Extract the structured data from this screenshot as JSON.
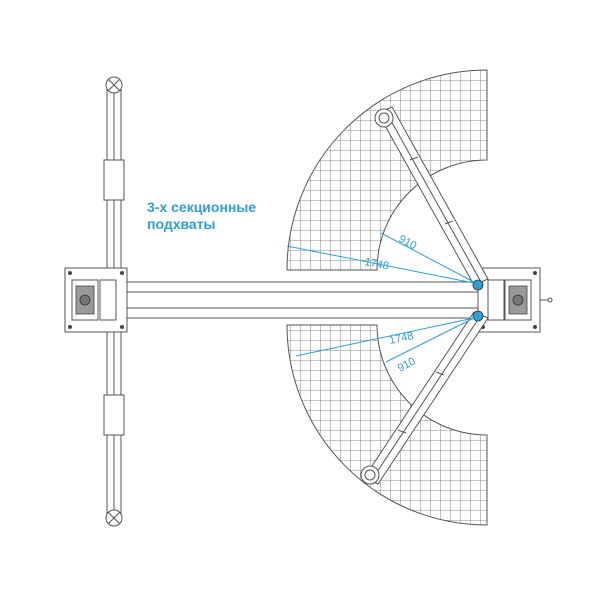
{
  "callout": {
    "line1": "3-х секционные",
    "line2": "подхваты"
  },
  "dimensions": {
    "upper_short": "910",
    "upper_long": "1748",
    "lower_long": "1748",
    "lower_short": "910"
  },
  "colors": {
    "annotation": "#2e9fd6",
    "linework": "#555555"
  }
}
